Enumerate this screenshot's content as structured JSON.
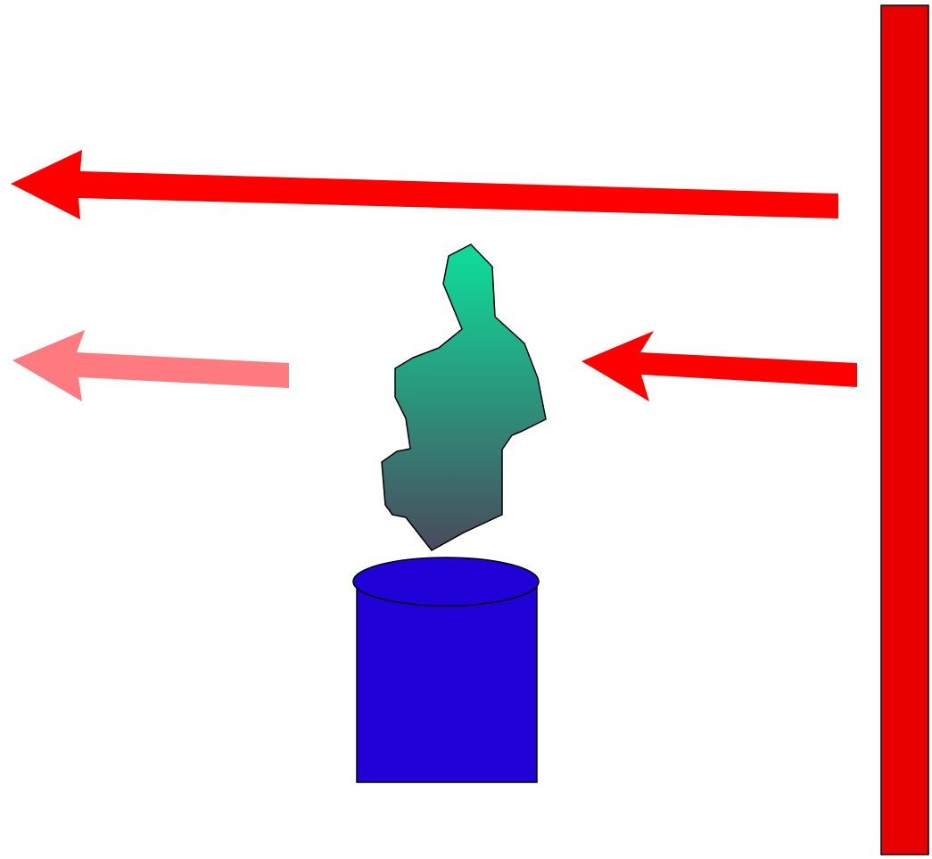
{
  "diagram": {
    "background": "#ffffff",
    "elements": [
      {
        "id": "wall",
        "kind": "bar",
        "color": "#e80000",
        "outline": "#000000"
      },
      {
        "id": "upper-arrow",
        "kind": "arrow",
        "direction": "left",
        "color": "#ff0000"
      },
      {
        "id": "middle-arrow",
        "kind": "arrow",
        "direction": "left",
        "color": "#ff0000"
      },
      {
        "id": "faded-arrow",
        "kind": "arrow",
        "direction": "left",
        "color": "#ff7b80"
      },
      {
        "id": "irregular-shape",
        "kind": "blob",
        "gradient_top": "#10d898",
        "gradient_bottom": "#4a4a5c",
        "outline": "#000000"
      },
      {
        "id": "cylinder",
        "kind": "cylinder",
        "color": "#1f00d6",
        "outline": "#000000"
      }
    ]
  }
}
